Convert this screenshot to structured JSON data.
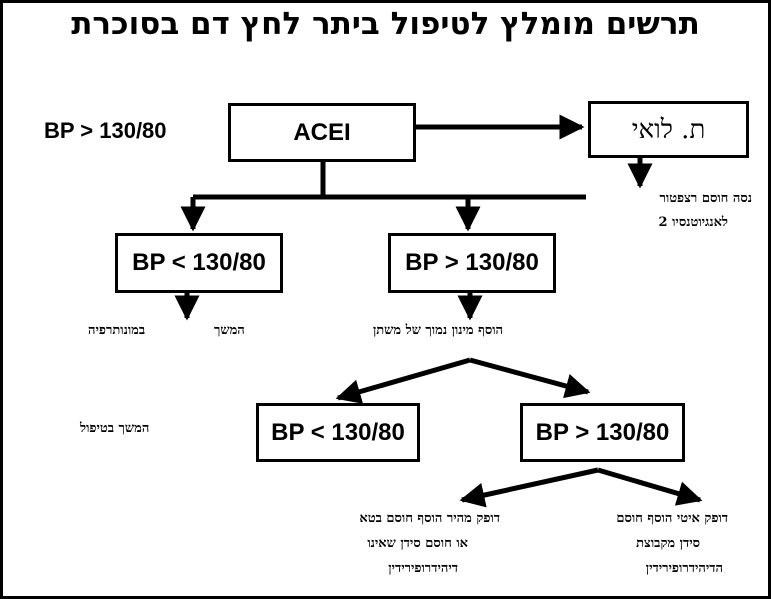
{
  "title": "תרשים מומלץ לטיפול ביתר לחץ דם בסוכרת",
  "threshold_label": "BP > 130/80",
  "boxes": {
    "acei": "ACEI",
    "loai": "ת.   לואי",
    "bp_low_1": "BP < 130/80",
    "bp_high_1": "BP > 130/80",
    "bp_low_2": "BP < 130/80",
    "bp_high_2": "BP > 130/80"
  },
  "notes": {
    "arb_line1": "נסה חוסם   רצפטור",
    "arb_line2": "לאנגיוטנסיו  2",
    "continue_mono_a": "המשך",
    "continue_mono_b": "במונותרפיה",
    "add_diuretic": "הוסף מינון נמוך של משתן",
    "continue_treatment": "המשך בטיפול",
    "fast_pulse_line1": "דופק מהיר הוסף חוסם בטא",
    "fast_pulse_line2": "או חוסם סידן שאינו",
    "fast_pulse_line3": "דיהידרופירידין",
    "slow_pulse_line1": "דופק איטי הוסף חוסם",
    "slow_pulse_line2": "סידן מקבוצת",
    "slow_pulse_line3": "הדיהידרופירידין"
  }
}
